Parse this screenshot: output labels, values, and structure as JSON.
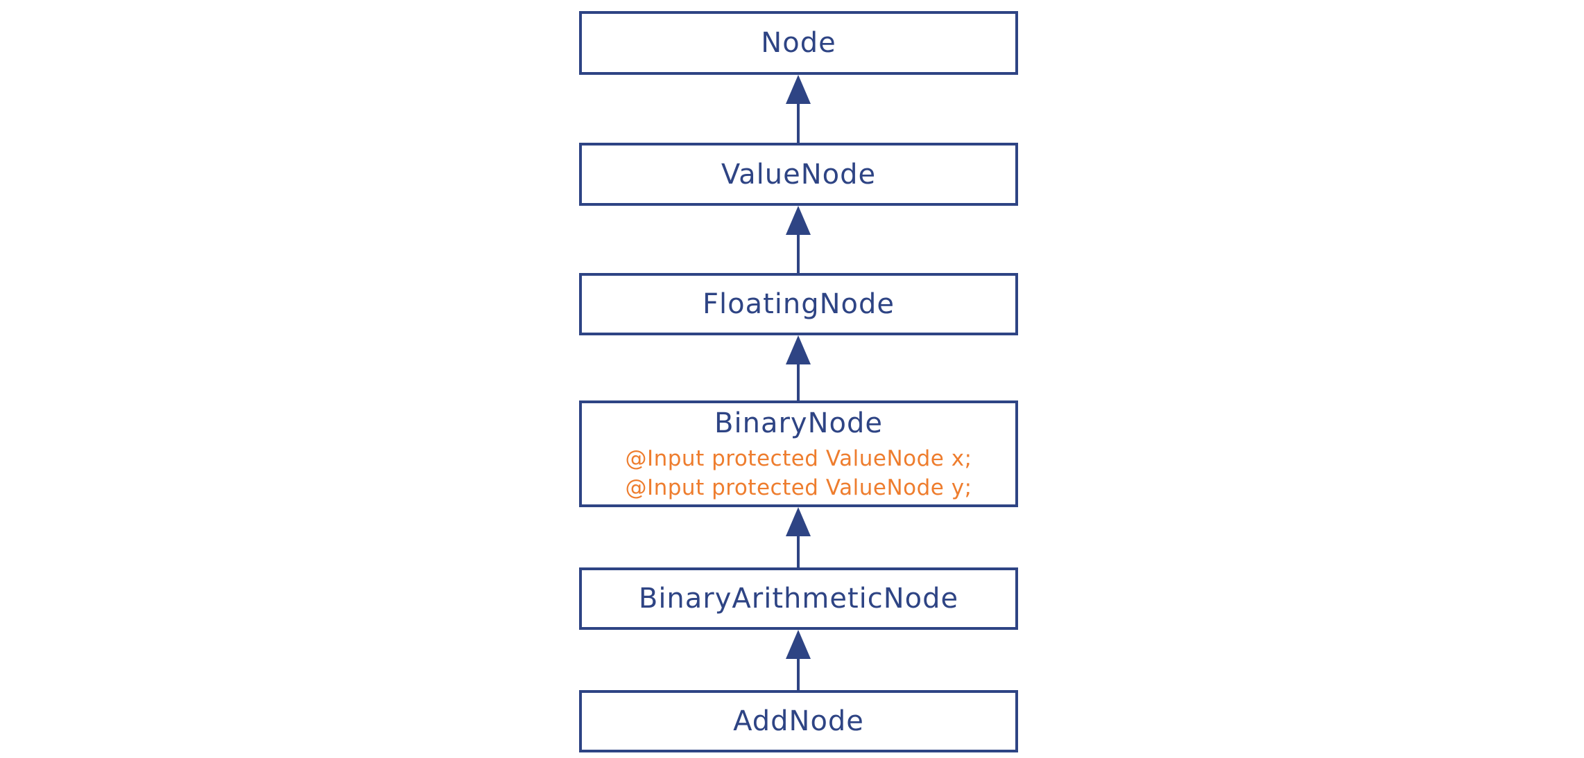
{
  "diagram": {
    "colors": {
      "navy": "#2e4484",
      "orange": "#ee7d2e",
      "background": "#ffffff"
    },
    "classes": [
      {
        "name": "Node"
      },
      {
        "name": "ValueNode"
      },
      {
        "name": "FloatingNode"
      },
      {
        "name": "BinaryNode",
        "members": [
          "@Input protected ValueNode x;",
          "@Input protected ValueNode y;"
        ]
      },
      {
        "name": "BinaryArithmeticNode"
      },
      {
        "name": "AddNode"
      }
    ]
  }
}
